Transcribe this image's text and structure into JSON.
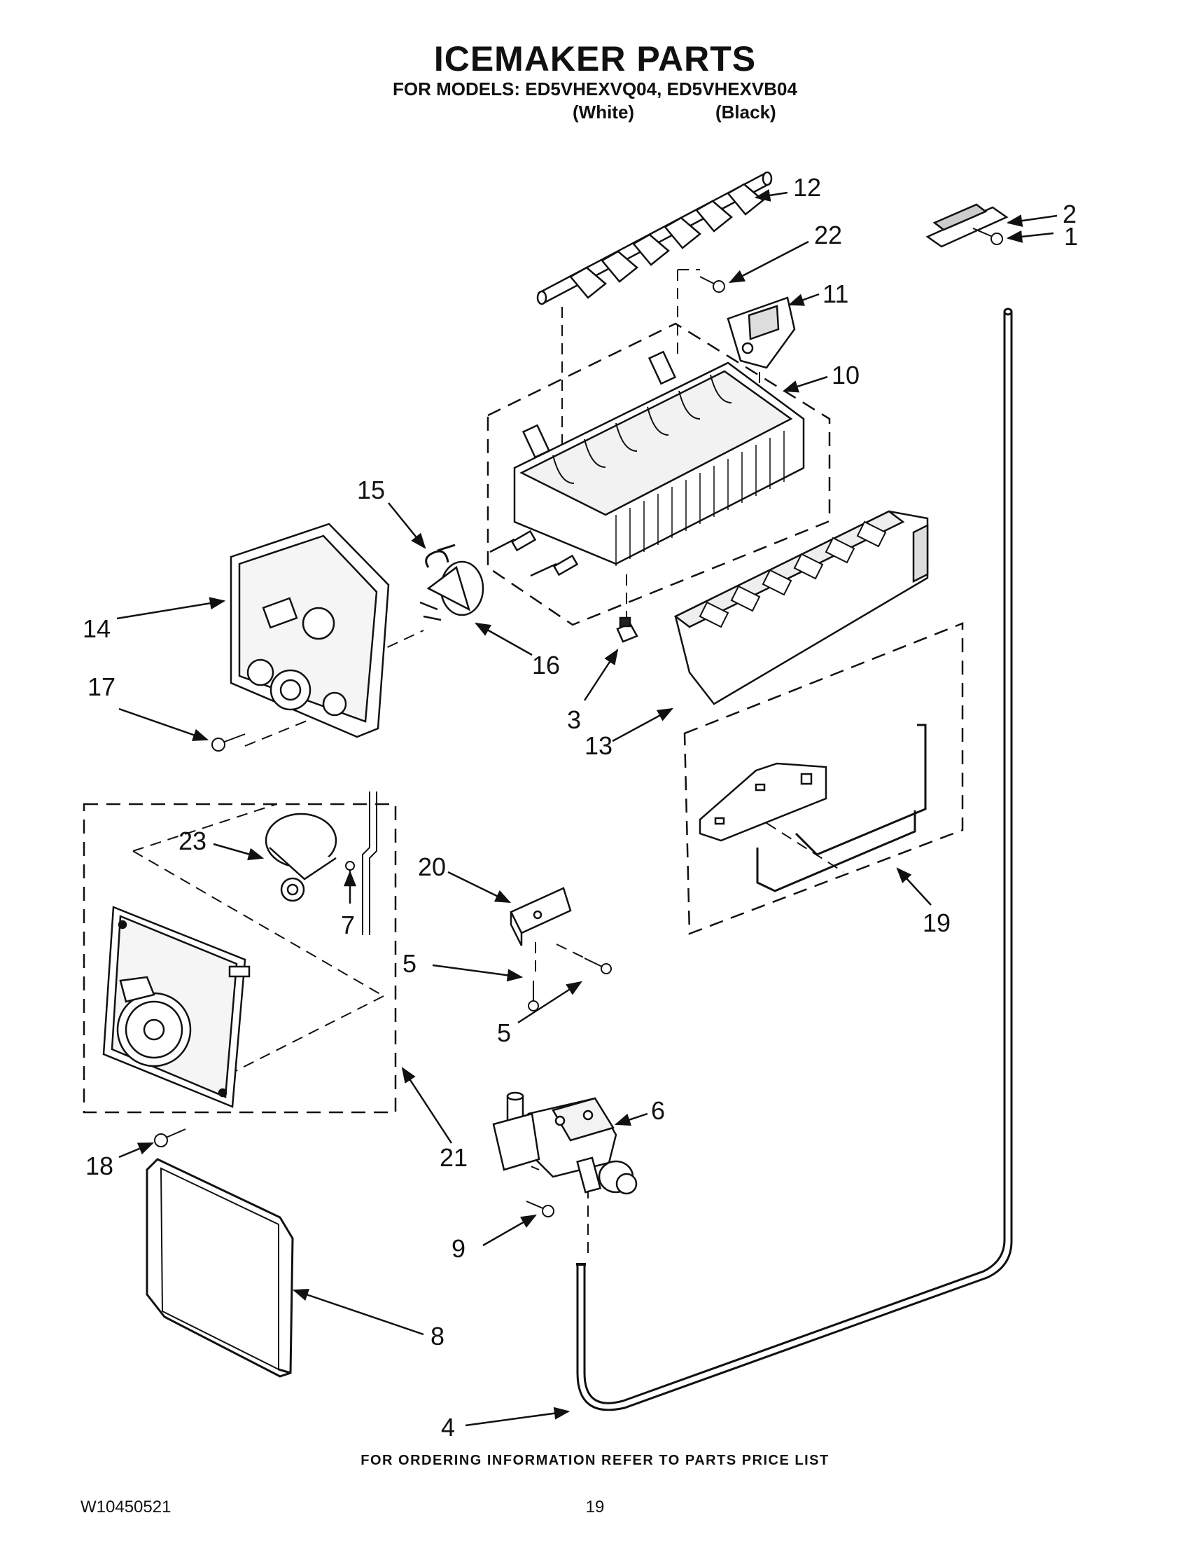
{
  "header": {
    "title": "ICEMAKER PARTS",
    "models_line": "FOR MODELS: ED5VHEXVQ04, ED5VHEXVB04",
    "variant_white": "(White)",
    "variant_black": "(Black)"
  },
  "callouts": {
    "c1": "1",
    "c2": "2",
    "c3": "3",
    "c4": "4",
    "c5a": "5",
    "c5b": "5",
    "c6": "6",
    "c7": "7",
    "c8": "8",
    "c9": "9",
    "c10": "10",
    "c11": "11",
    "c12": "12",
    "c13": "13",
    "c14": "14",
    "c15": "15",
    "c16": "16",
    "c17": "17",
    "c18": "18",
    "c19": "19",
    "c20": "20",
    "c21": "21",
    "c22": "22",
    "c23": "23"
  },
  "footer": {
    "ordering_note": "FOR ORDERING INFORMATION REFER TO PARTS PRICE LIST",
    "doc_number": "W10450521",
    "page_number": "19"
  },
  "colors": {
    "ink": "#111111",
    "paper": "#ffffff"
  }
}
